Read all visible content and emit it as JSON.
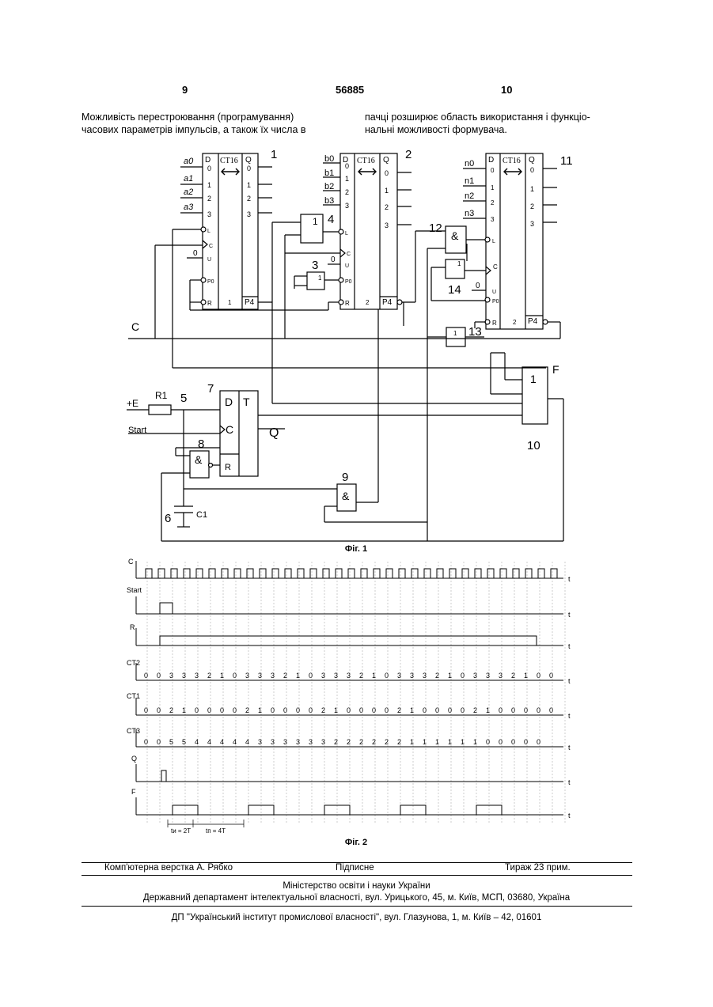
{
  "header": {
    "page_left": "9",
    "patent_no": "56885",
    "page_right": "10"
  },
  "text": {
    "left_col": [
      "Можливість перестроювання (програмування)",
      "часових параметрів імпульсів, а також їх числа в"
    ],
    "right_col": [
      "пачці розширює область використання і функціо-",
      "нальні можливості формувача."
    ]
  },
  "fig1": {
    "caption": "Фіг. 1",
    "ct_label": "СТ16",
    "callouts": [
      "1",
      "2",
      "11",
      "4",
      "3",
      "12",
      "14",
      "13",
      "5",
      "7",
      "8",
      "9",
      "6",
      "10"
    ],
    "inputs_a": [
      "a0",
      "a1",
      "a2",
      "a3"
    ],
    "inputs_b": [
      "b0",
      "b1",
      "b2",
      "b3"
    ],
    "inputs_n": [
      "n0",
      "n1",
      "n2",
      "n3"
    ],
    "signals": {
      "clock": "C",
      "out": "F",
      "power": "+E",
      "start": "Start",
      "q": "Q",
      "resistor": "R1",
      "capacitor": "C1"
    },
    "pins": {
      "d": "D",
      "q": "Q",
      "l": "L",
      "c": "C",
      "u": "U",
      "p0": "P0",
      "r": "R",
      "p4": "P4",
      "zero": "0",
      "t": "T",
      "and": "&",
      "or": "1"
    },
    "stage_numbers": [
      "1",
      "2",
      "2"
    ]
  },
  "fig2": {
    "caption": "Фіг. 2",
    "rows": [
      "C",
      "Start",
      "R",
      "CT2",
      "CT1",
      "CT3",
      "Q",
      "F"
    ],
    "time_label": "t",
    "ct2_values": [
      "0",
      "0",
      "3",
      "3",
      "3",
      "2",
      "1",
      "0",
      "3",
      "3",
      "3",
      "2",
      "1",
      "0",
      "3",
      "3",
      "3",
      "2",
      "1",
      "0",
      "3",
      "3",
      "3",
      "2",
      "1",
      "0",
      "3",
      "3",
      "3",
      "2",
      "1",
      "0",
      "0"
    ],
    "ct1_values": [
      "0",
      "0",
      "2",
      "1",
      "0",
      "0",
      "0",
      "0",
      "2",
      "1",
      "0",
      "0",
      "0",
      "0",
      "2",
      "1",
      "0",
      "0",
      "0",
      "0",
      "2",
      "1",
      "0",
      "0",
      "0",
      "0",
      "2",
      "1",
      "0",
      "0",
      "0",
      "0",
      "0"
    ],
    "ct3_values": [
      "0",
      "0",
      "5",
      "5",
      "4",
      "4",
      "4",
      "4",
      "4",
      "3",
      "3",
      "3",
      "3",
      "3",
      "3",
      "2",
      "2",
      "2",
      "2",
      "2",
      "2",
      "1",
      "1",
      "1",
      "1",
      "1",
      "1",
      "0",
      "0",
      "0",
      "0",
      "0"
    ],
    "pulse_width": "tи = 2T",
    "pulse_gap": "tп = 4T"
  },
  "footer": {
    "typeset": "Комп'ютерна верстка А. Рябко",
    "signed": "Підписне",
    "circulation": "Тираж 23 прим.",
    "ministry": "Міністерство освіти і науки України",
    "department": "Державний департамент інтелектуальної власності, вул. Урицького, 45, м. Київ, МСП, 03680, Україна",
    "institute": "ДП \"Український інститут промислової власності\", вул. Глазунова, 1, м. Київ – 42, 01601"
  }
}
